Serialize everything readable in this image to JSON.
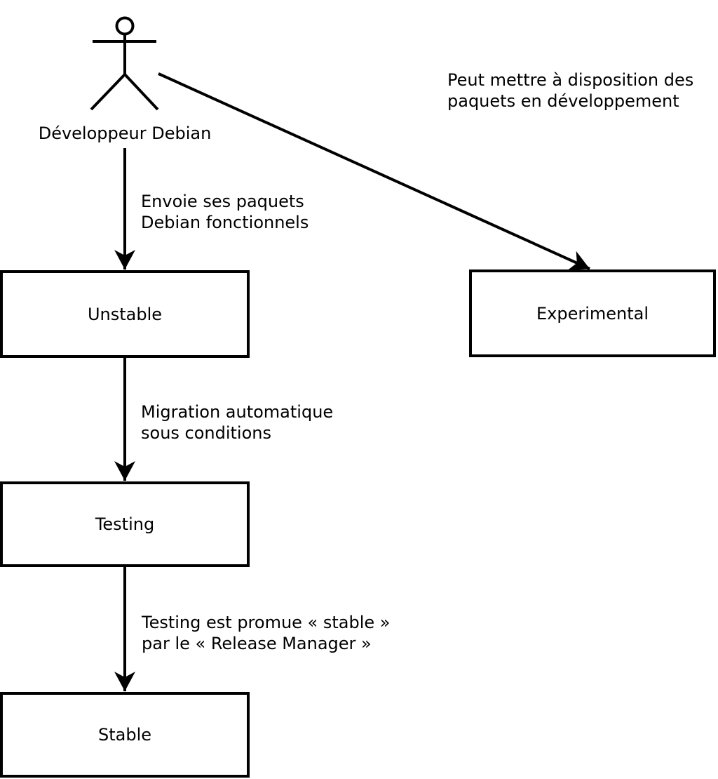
{
  "diagram": {
    "actor": {
      "label": "Développeur Debian",
      "icon": "stick-figure-person-icon"
    },
    "boxes": {
      "unstable": {
        "label": "Unstable"
      },
      "experimental": {
        "label": "Experimental"
      },
      "testing": {
        "label": "Testing"
      },
      "stable": {
        "label": "Stable"
      }
    },
    "edge_labels": {
      "actor_to_experimental": "Peut mettre à disposition des\npaquets en développement",
      "actor_to_unstable": "Envoie ses paquets\nDebian fonctionnels",
      "unstable_to_testing": "Migration automatique\nsous conditions",
      "testing_to_stable": "Testing est promue « stable »\npar le « Release Manager »"
    },
    "colors": {
      "stroke": "#000000",
      "background": "#ffffff",
      "box_fill": "#ffffff"
    }
  }
}
